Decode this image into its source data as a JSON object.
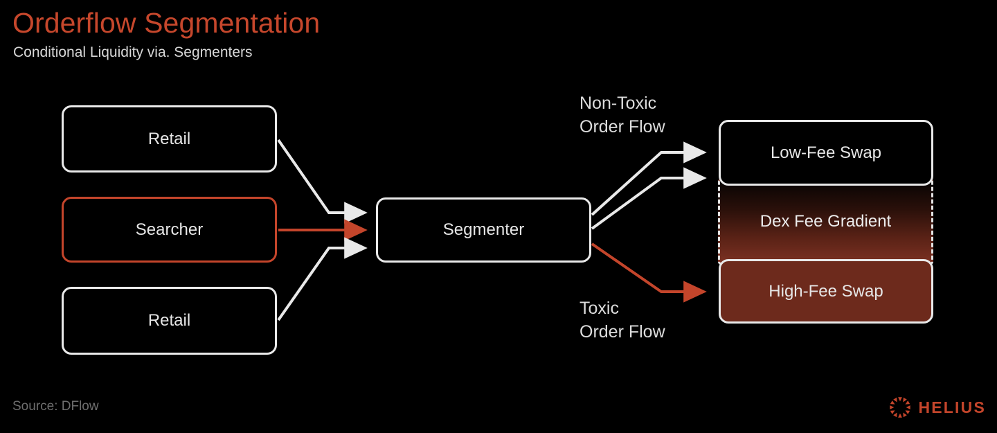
{
  "header": {
    "title": "Orderflow Segmentation",
    "subtitle": "Conditional Liquidity via. Segmenters",
    "title_color": "#c6472c",
    "subtitle_color": "#d8d8d8"
  },
  "diagram": {
    "sources": [
      {
        "id": "retail-top",
        "label": "Retail",
        "style": "outline-white"
      },
      {
        "id": "searcher",
        "label": "Searcher",
        "style": "outline-accent"
      },
      {
        "id": "retail-bottom",
        "label": "Retail",
        "style": "outline-white"
      }
    ],
    "processor": {
      "id": "segmenter",
      "label": "Segmenter",
      "style": "outline-white"
    },
    "outputs": [
      {
        "id": "low-fee-swap",
        "label": "Low-Fee Swap",
        "style": "outline-white-filled-black"
      },
      {
        "id": "dex-fee-gradient",
        "label": "Dex Fee Gradient",
        "style": "dashed-gradient"
      },
      {
        "id": "high-fee-swap",
        "label": "High-Fee Swap",
        "style": "filled-red"
      }
    ],
    "flow_labels": [
      {
        "id": "non-toxic",
        "label": "Non-Toxic\nOrder Flow"
      },
      {
        "id": "toxic",
        "label": "Toxic\nOrder Flow"
      }
    ],
    "colors": {
      "accent": "#c4452b",
      "stroke": "#e9e9e9",
      "background": "#000000",
      "gradient_top": "#080403",
      "gradient_bottom": "#7b3122",
      "high_fee_fill": "#6d2a1c"
    }
  },
  "footer": {
    "source": "Source: DFlow",
    "brand_name": "HELIUS",
    "brand_color": "#c4452b",
    "brand_icon": "helius-sunburst-icon"
  }
}
